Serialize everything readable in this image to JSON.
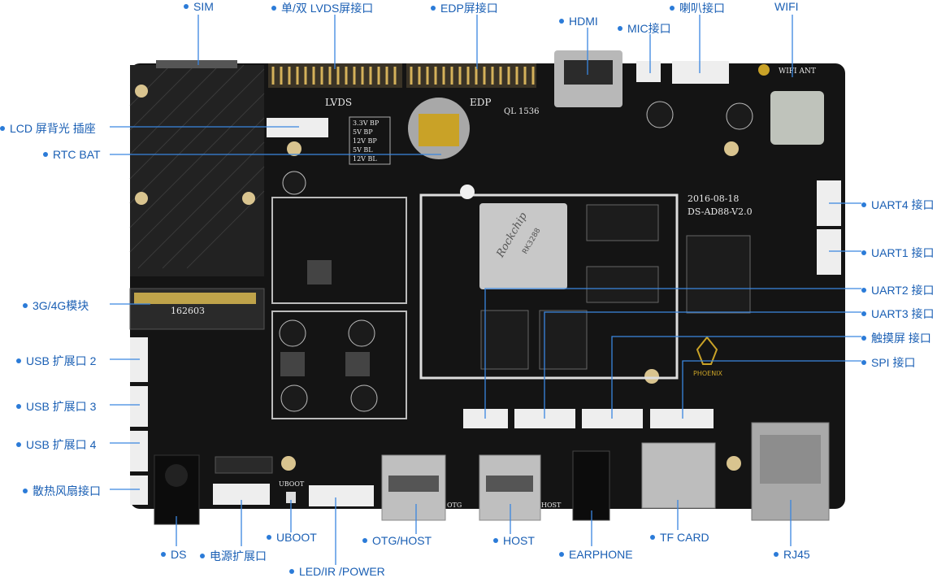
{
  "labels": {
    "sim": "SIM",
    "lvds": "单/双 LVDS屏接口",
    "edp": "EDP屏接口",
    "hdmi": "HDMI",
    "mic": "MIC接口",
    "speaker": "喇叭接口",
    "wifi": "WIFI",
    "lcd_backlight": "LCD  屏背光 插座",
    "rtc_bat": "RTC BAT",
    "module_3g4g": "3G/4G模块",
    "usb_ext2": "USB  扩展口 2",
    "usb_ext3": "USB  扩展口 3",
    "usb_ext4": "USB  扩展口 4",
    "fan": "散热风扇接口",
    "uart4": "UART4 接口",
    "uart1": "UART1 接口",
    "uart2": "UART2 接口",
    "uart3": "UART3 接口",
    "touch": "触摸屏 接口",
    "spi": "SPI 接口",
    "ds": "DS",
    "power_ext": "电源扩展口",
    "uboot": "UBOOT",
    "led_ir_power": "LED/IR /POWER",
    "otg_host": "OTG/HOST",
    "host": "HOST",
    "earphone": "EARPHONE",
    "tf_card": "TF CARD",
    "rj45": "RJ45"
  },
  "board_silk": {
    "lvds": "LVDS",
    "edp": "EDP",
    "date": "2016-08-18",
    "model": "DS-AD88-V2.0",
    "chip_brand": "Rockchip",
    "chip_model": "RK3288",
    "wifi_ant": "WIFI ANT",
    "ql": "QL 1536",
    "phoenix": "PHOENIX",
    "uboot": "UBOOT",
    "otg": "OTG",
    "host": "HOST",
    "module_code": "16260З",
    "power_table": [
      "3.3V BP",
      "5V  BP",
      "12V BP",
      "5V  BL",
      "12V BL"
    ]
  },
  "colors": {
    "board": "#141414",
    "label": "#1a5fb4",
    "dot": "#2b7bd8",
    "leader": "#3a86e0",
    "gold": "#c9a227",
    "connector": "#eeeeee"
  }
}
